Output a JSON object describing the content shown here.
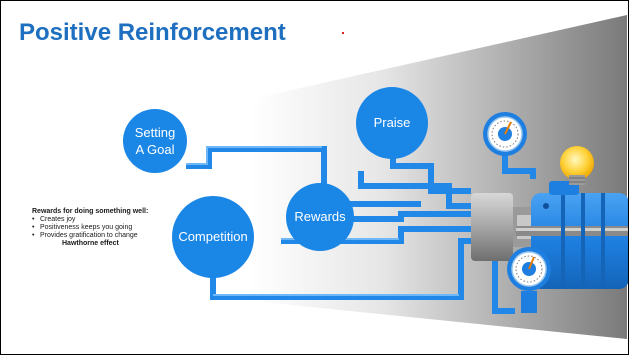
{
  "slide": {
    "title": "Positive Reinforcement"
  },
  "nodes": {
    "setting_goal": {
      "line1": "Setting",
      "line2": "A Goal"
    },
    "praise": "Praise",
    "rewards": "Rewards",
    "competition": "Competition"
  },
  "notes": {
    "heading": "Rewards for doing something well:",
    "bullets": [
      "Creates joy",
      "Positiveness keeps you going",
      "Provides gratification to change"
    ],
    "footer": "Hawthorne effect"
  },
  "colors": {
    "title": "#1f6fc0",
    "bubble": "#1a86e6",
    "pipe": "#2288e8",
    "machine": "#1e7fe0",
    "bulb": "#ffd23a"
  },
  "icons": [
    "pressure-gauge-icon",
    "pressure-gauge-icon",
    "light-bulb-icon"
  ]
}
